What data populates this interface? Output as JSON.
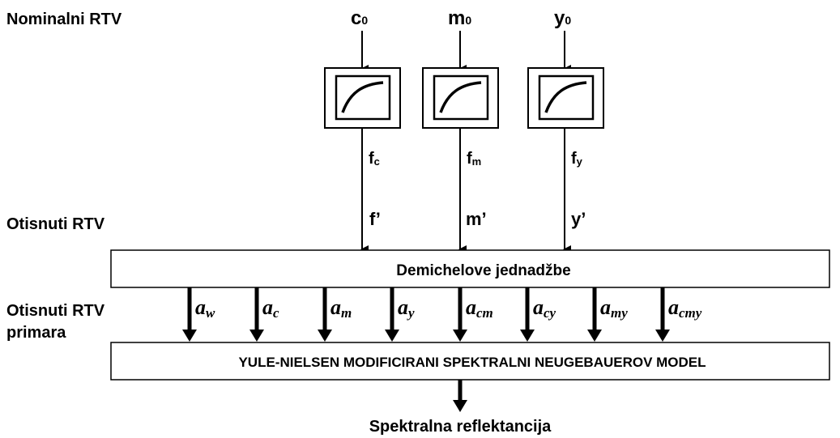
{
  "labels": {
    "nominal": "Nominalni RTV",
    "printed": "Otisnuti RTV",
    "primaries_line1": "Otisnuti RTV",
    "primaries_line2": "primara",
    "output": "Spektralna reflektancija"
  },
  "inputs": [
    {
      "base": "c",
      "sub": "0"
    },
    {
      "base": "m",
      "sub": "0"
    },
    {
      "base": "y",
      "sub": "0"
    }
  ],
  "functions": [
    {
      "base": "f",
      "sub": "c"
    },
    {
      "base": "f",
      "sub": "m"
    },
    {
      "base": "f",
      "sub": "y"
    }
  ],
  "printed_values": [
    "f’",
    "m’",
    "y’"
  ],
  "demichel_box": "Demichelove jednadžbe",
  "model_box": "YULE-NIELSEN MODIFICIRANI SPEKTRALNI NEUGEBAUEROV MODEL",
  "primaries": [
    {
      "base": "a",
      "sub": "w"
    },
    {
      "base": "a",
      "sub": "c"
    },
    {
      "base": "a",
      "sub": "m"
    },
    {
      "base": "a",
      "sub": "y"
    },
    {
      "base": "a",
      "sub": "cm"
    },
    {
      "base": "a",
      "sub": "cy"
    },
    {
      "base": "a",
      "sub": "my"
    },
    {
      "base": "a",
      "sub": "cmy"
    }
  ]
}
